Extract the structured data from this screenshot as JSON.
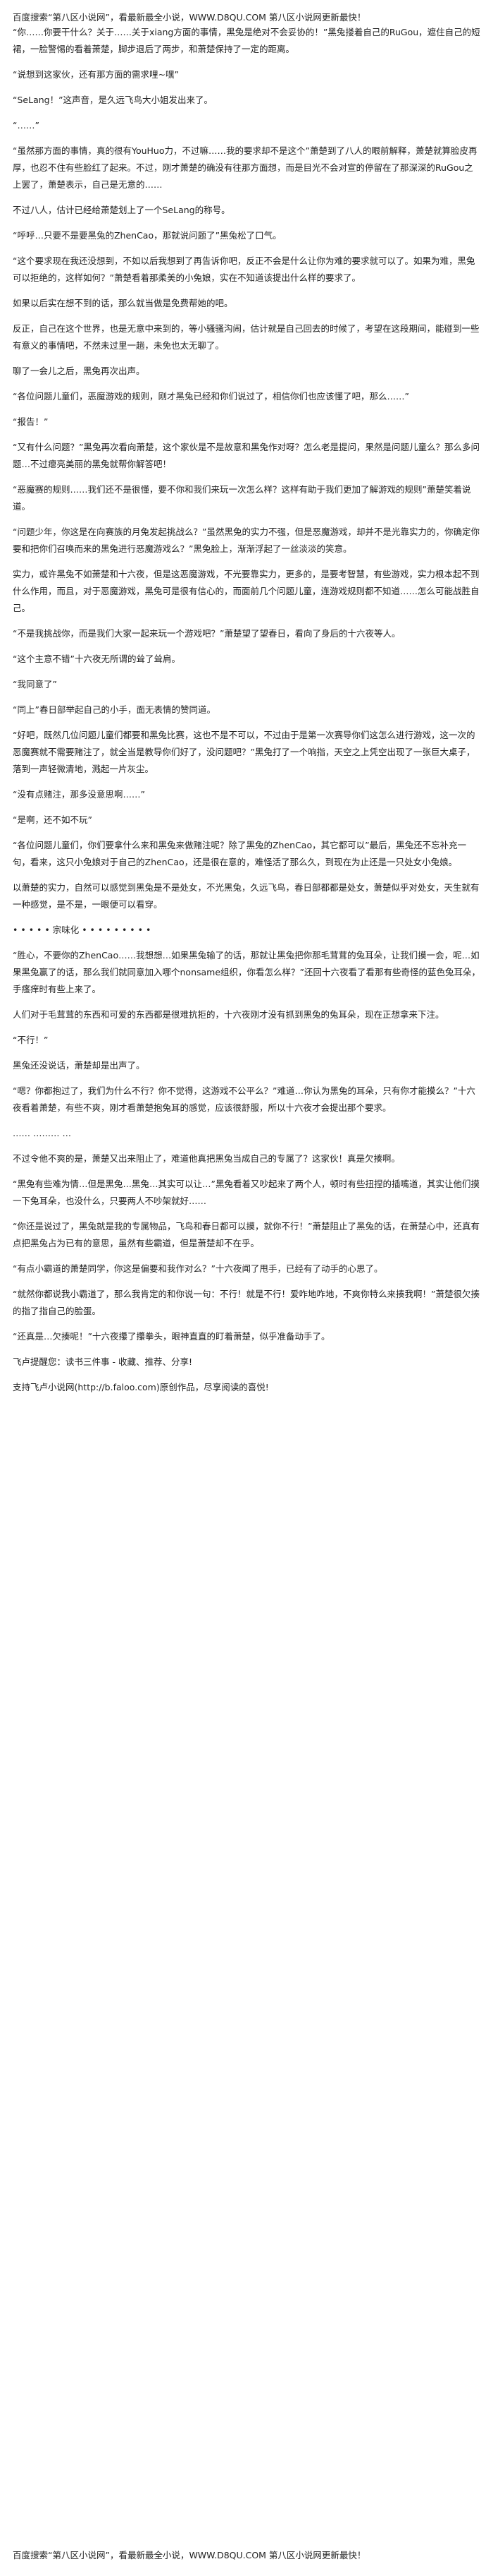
{
  "header_banner": "百度搜索“第八区小说网”，看最新最全小说，WWW.D8QU.COM  第八区小说网更新最快！",
  "paragraphs": [
    "“你……你要干什么？关于……关于xiang方面的事情，黑兔是绝对不会妥协的！”黑兔搂着自己的RuGou，遮住自己的短裙，一脸警惕的看着萧楚，脚步退后了两步，和萧楚保持了一定的距离。",
    "“说想到这家伙，还有那方面的需求哩~嘿”",
    "“SeLang！”这声音，是久远飞鸟大小姐发出来了。",
    "“……”",
    "“虽然那方面的事情，真的很有YouHuo力，不过嘛……我的要求却不是这个”萧楚到了八人的眼前解释，萧楚就算脸皮再厚，也忍不住有些脸红了起来。不过，刚才萧楚的确没有往那方面想，而是目光不会对宣的停留在了那深深的RuGou之上罢了，萧楚表示，自己是无意的……",
    "不过八人，估计已经给萧楚划上了一个SeLang的称号。",
    "“呼呼…只要不是要黑兔的ZhenCao，那就说问题了”黑兔松了口气。",
    "“这个要求现在我还没想到，不如以后我想到了再告诉你吧，反正不会是什么让你为难的要求就可以了。如果为难，黑兔可以拒绝的，这样如何？”萧楚看着那柔美的小兔娘，实在不知道该提出什么样的要求了。",
    "如果以后实在想不到的话，那么就当做是免费帮她的吧。",
    "反正，自己在这个世界，也是无意中来到的，等小骚骚沟闹，估计就是自己回去的时候了，考望在这段期间，能碰到一些有意义的事情吧，不然未过里一趟，未免也太无聊了。",
    "聊了一会儿之后，黑兔再次出声。",
    "“各位问题儿童们，恶魔游戏的规则，刚才黑兔已经和你们说过了，相信你们也应该懂了吧，那么……”",
    "“报告！”",
    "“又有什么问题？”黑兔再次看向萧楚，这个家伙是不是故意和黑兔作对呀？怎么老是提问，果然是问题儿童么？那么多问题…不过瘪亮美丽的黑兔就帮你解答吧！",
    "“恶魔赛的规则……我们还不是很懂，要不你和我们来玩一次怎么样？这样有助于我们更加了解游戏的规则”萧楚笑着说道。",
    "“问题少年，你这是在向赛族的月兔发起挑战么？”虽然黑兔的实力不强，但是恶魔游戏，却并不是光靠实力的，你确定你要和把你们召唤而来的黑兔进行恶魔游戏么？”黑兔脸上，渐渐浮起了一丝淡淡的笑意。",
    "实力，或许黑兔不如萧楚和十六夜，但是这恶魔游戏，不光要靠实力，更多的，是要考智慧，有些游戏，实力根本起不到什么作用，而且，对于恶魔游戏，黑兔可是很有信心的，而面前几个问题儿童，连游戏规则都不知道……怎么可能战胜自己。",
    "“不是我挑战你，而是我们大家一起来玩一个游戏吧？”萧楚望了望春日，看向了身后的十六夜等人。",
    "“这个主意不错”十六夜无所谓的耸了耸肩。",
    "“我同意了”",
    "“同上”春日部举起自己的小手，面无表情的赞同道。",
    "“好吧，既然几位问题儿童们都要和黑兔比赛，这也不是不可以，不过由于是第一次赛导你们这怎么进行游戏，这一次的恶魔赛就不需要赌注了，就全当是教导你们好了，没问题吧？”黑兔打了一个响指，天空之上凭空出现了一张巨大桌子，落到一声轻微清地，溅起一片灰尘。",
    "“没有点赌注，那多没意思啊……”",
    "“是啊，还不如不玩”",
    "“各位问题儿童们，你们要拿什么来和黑兔来做赌注呢？除了黑兔的ZhenCao，其它都可以”最后，黑兔还不忘补充一句，看来，这只小兔娘对于自己的ZhenCao，还是很在意的，难怪活了那么久，到现在为止还是一只处女小兔娘。",
    "以萧楚的实力，自然可以感觉到黑兔是不是处女，不光黑兔，久远飞鸟，春日部都都是处女，萧楚似乎对处女，天生就有一种感觉，是不是，一眼便可以看穿。",
    "• • • • • 宗味化 • • • • • • • • •",
    "“胜心，不要你的ZhenCao……我想想…如果黑兔输了的话，那就让黑兔把你那毛茸茸的兔耳朵，让我们摸一会，呢…如果黑兔赢了的话，那么我们就同意加入哪个nonsame组织，你看怎么样？”还回十六夜看了看那有些奇怪的蓝色兔耳朵，手瘙痒时有些上来了。",
    "人们对于毛茸茸的东西和可爱的东西都是很难抗拒的，十六夜刚才没有抓到黑兔的兔耳朵，现在正想拿来下注。",
    "“不行！”",
    "黑兔还没说话，萧楚却是出声了。",
    "“嗯？你都抱过了，我们为什么不行？你不觉得，这游戏不公平么？”难道…你认为黑兔的耳朵，只有你才能摸么？”十六夜看着萧楚，有些不爽，刚才看萧楚抱兔耳的感觉，应该很舒服，所以十六夜才会提出那个要求。",
    "…… ……… …",
    "不过令他不爽的是，萧楚又出来阻止了，难道他真把黑兔当成自己的专属了？这家伙！真是欠揍啊。",
    "“黑兔有些难为情…但是黑兔…黑兔…其实可以让…”黑兔看着又吵起来了两个人，顿时有些扭捏的插嘴道，其实让他们摸一下兔耳朵，也没什么，只要两人不吵架就好……",
    "“你还是说过了，黑兔就是我的专属物品，飞鸟和春日都可以摸，就你不行！”萧楚阻止了黑兔的话，在萧楚心中，还真有点把黑兔占为已有的意思，虽然有些霸道，但是萧楚却不在乎。",
    "“有点小霸道的萧楚同学，你这是偏要和我作对么？”十六夜闻了甩手，已经有了动手的心思了。",
    "“就然你都说我小霸道了，那么我肯定的和你说一句：不行！就是不行！爱咋地咋地，不爽你特么来揍我啊！”萧楚很欠揍的指了指自己的脸蛋。",
    "“还真是…欠揍呢！”十六夜攥了攥拳头，眼神直直的盯着萧楚，似乎准备动手了。",
    "飞卢提醒您：读书三件事 - 收藏、推荐、分享!",
    "支持飞卢小说网(http://b.faloo.com)原创作品，尽享阅读的喜悦!"
  ],
  "footer_banner": "百度搜索“第八区小说网”，看最新最全小说，WWW.D8QU.COM  第八区小说网更新最快！"
}
